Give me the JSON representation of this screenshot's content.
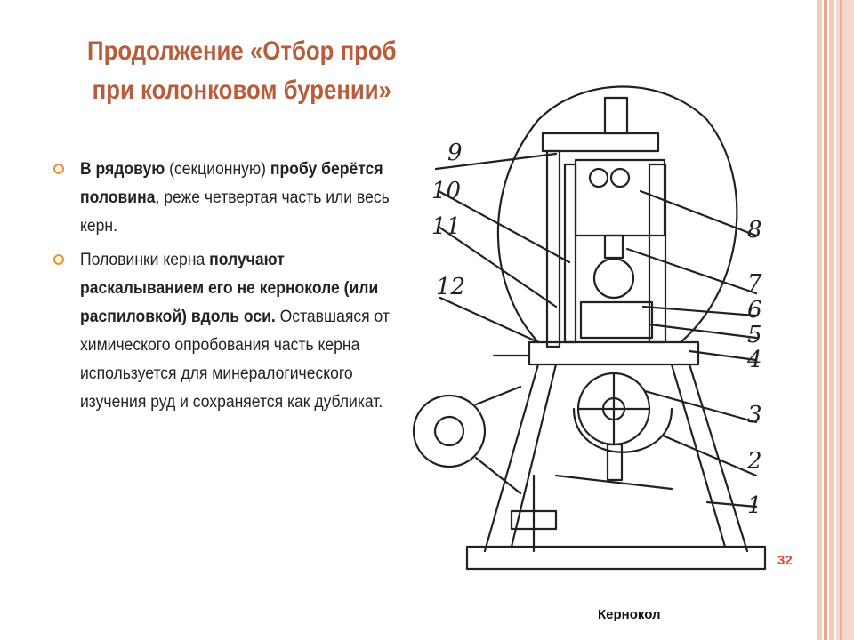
{
  "slide": {
    "title_line1": "Продолжение «Отбор проб",
    "title_line2": "при колонковом бурении»",
    "bullet1": {
      "b1": "В рядовую",
      "t1": " (секционную) ",
      "b2": "пробу берётся половина",
      "t2": ", реже четвертая часть или весь керн."
    },
    "bullet2": {
      "t1": "Половинки керна ",
      "b1": "получают раскалыванием его не керноколе (или распиловкой) вдоль оси.",
      "t2": " Оставшаяся от химического опробования часть керна используется для минералогического изучения руд и сохраняется как дубликат."
    },
    "diagram_labels": [
      "9",
      "10",
      "11",
      "12",
      "8",
      "7",
      "6",
      "5",
      "4",
      "3",
      "2",
      "1"
    ],
    "page_number": "32",
    "caption": "Кернокол"
  },
  "colors": {
    "title": "#b85c3c",
    "bullet": "#e8932e",
    "page_number": "#d9453a"
  }
}
